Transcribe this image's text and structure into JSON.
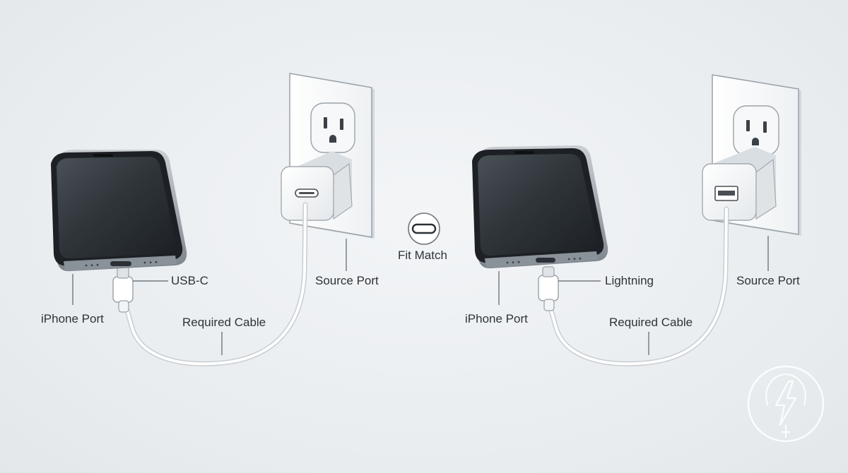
{
  "center": {
    "label": "Fit Match",
    "icon": "usb-c-port-icon"
  },
  "panels": [
    {
      "id": "left",
      "connector_label": "USB-C",
      "iphone_port_label": "iPhone Port",
      "cable_label": "Required Cable",
      "source_port_label": "Source Port",
      "adapter_port": "usb-c"
    },
    {
      "id": "right",
      "connector_label": "Lightning",
      "iphone_port_label": "iPhone Port",
      "cable_label": "Required Cable",
      "source_port_label": "Source Port",
      "adapter_port": "usb-a"
    }
  ],
  "watermark": {
    "icon": "lightning-bolt-logo-icon"
  }
}
